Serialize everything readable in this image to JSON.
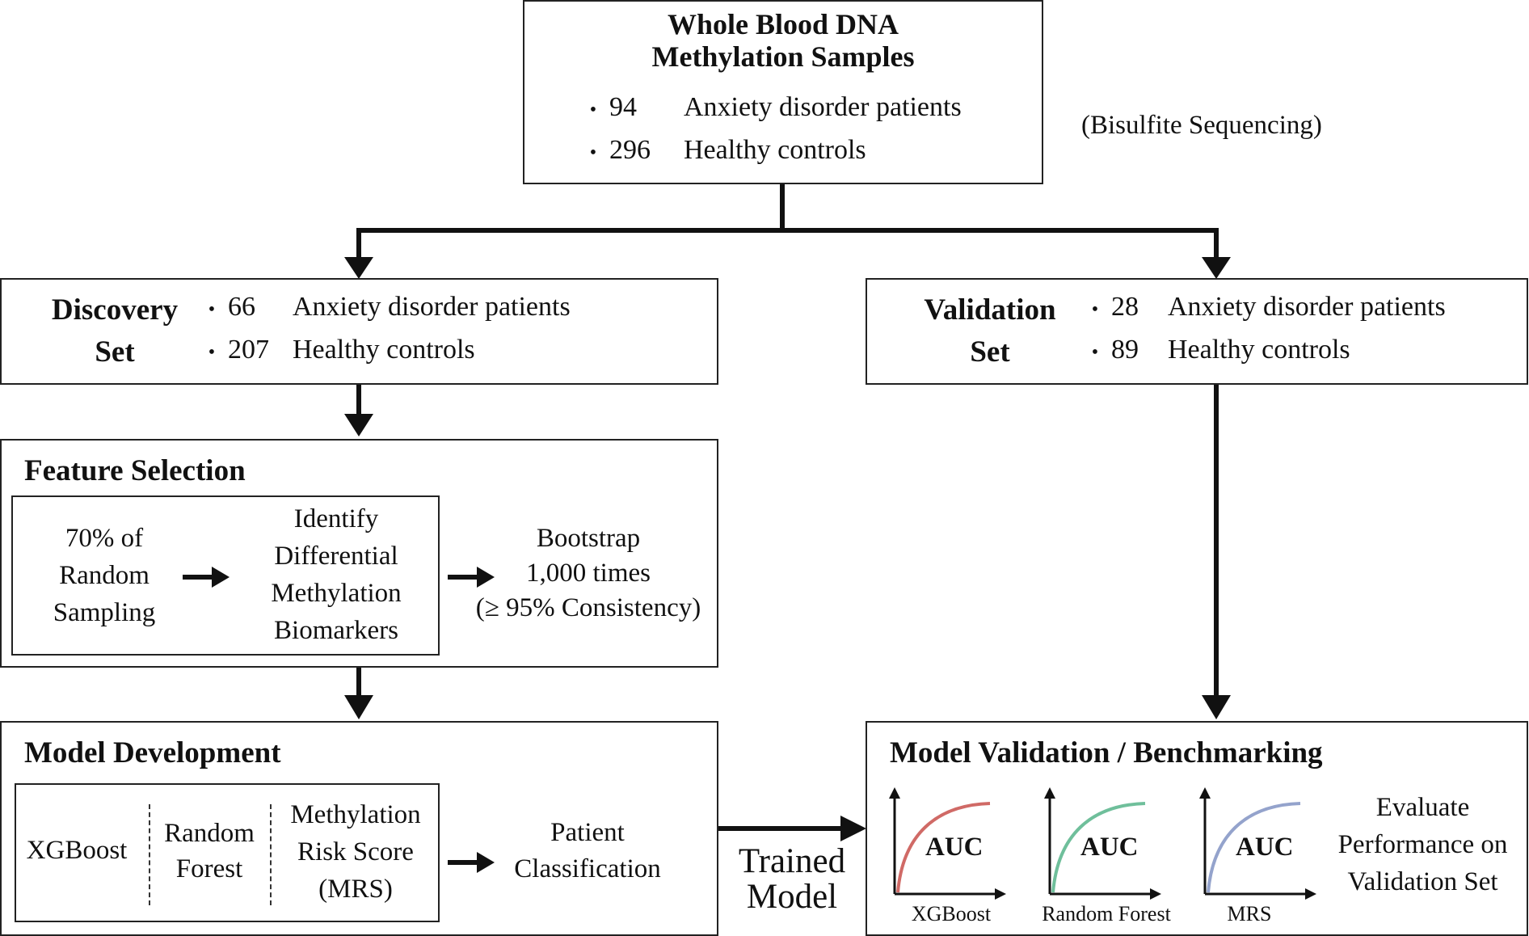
{
  "top": {
    "title_line1": "Whole Blood DNA",
    "title_line2": "Methylation Samples",
    "items": [
      {
        "num": "94",
        "label": "Anxiety disorder patients"
      },
      {
        "num": "296",
        "label": "Healthy controls"
      }
    ],
    "side_note": "(Bisulfite Sequencing)"
  },
  "discovery": {
    "title_line1": "Discovery",
    "title_line2": "Set",
    "items": [
      {
        "num": "66",
        "label": "Anxiety disorder patients"
      },
      {
        "num": "207",
        "label": "Healthy controls"
      }
    ]
  },
  "validation": {
    "title_line1": "Validation",
    "title_line2": "Set",
    "items": [
      {
        "num": "28",
        "label": "Anxiety disorder patients"
      },
      {
        "num": "89",
        "label": "Healthy controls"
      }
    ]
  },
  "feature_selection": {
    "title": "Feature Selection",
    "step1": [
      "70% of",
      "Random",
      "Sampling"
    ],
    "step2": [
      "Identify",
      "Differential",
      "Methylation",
      "Biomarkers"
    ],
    "step3": [
      "Bootstrap",
      "1,000 times",
      "(≥ 95% Consistency)"
    ]
  },
  "model_development": {
    "title": "Model Development",
    "models": {
      "xgboost": "XGBoost",
      "random_forest": [
        "Random",
        "Forest"
      ],
      "mrs": [
        "Methylation",
        "Risk Score",
        "(MRS)"
      ]
    },
    "output": [
      "Patient",
      "Classification"
    ]
  },
  "connector_label": [
    "Trained",
    "Model"
  ],
  "model_validation": {
    "title": "Model Validation / Benchmarking",
    "curves": [
      {
        "label": "AUC",
        "caption": "XGBoost",
        "color": "#d06a66"
      },
      {
        "label": "AUC",
        "caption": "Random Forest",
        "color": "#6fbf9b"
      },
      {
        "label": "AUC",
        "caption": "MRS",
        "color": "#94a3cc"
      }
    ],
    "evaluate": [
      "Evaluate",
      "Performance on",
      "Validation Set"
    ]
  }
}
